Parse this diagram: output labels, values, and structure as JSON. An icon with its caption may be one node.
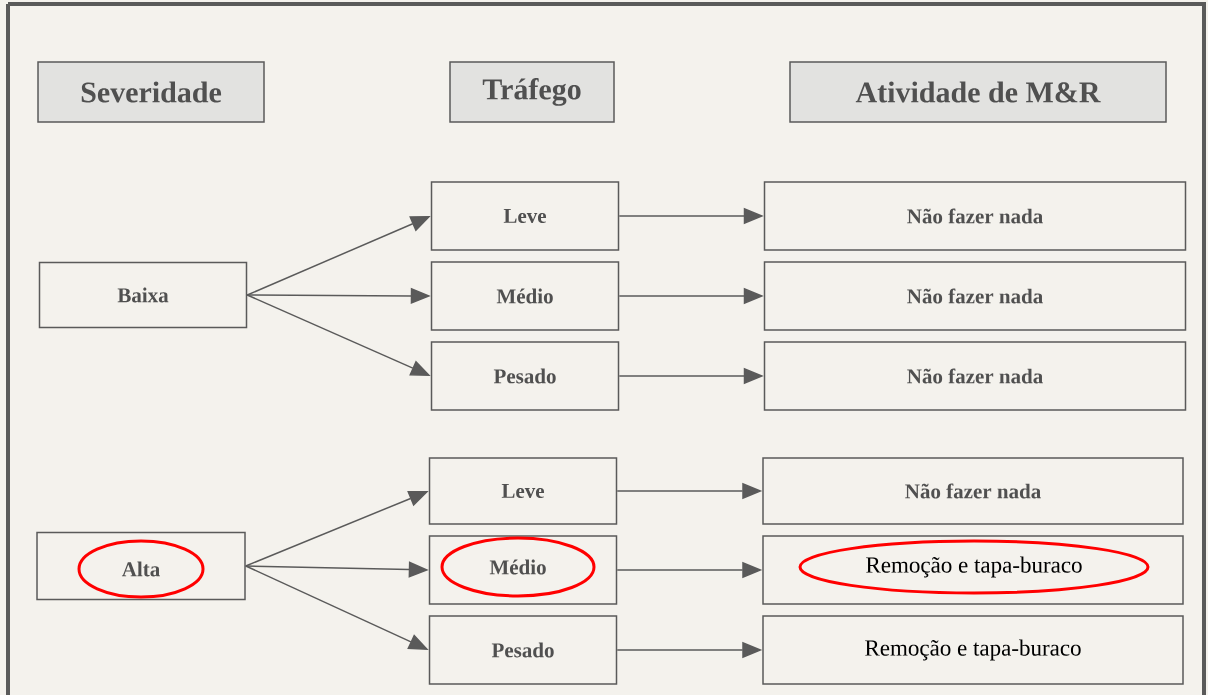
{
  "diagram": {
    "nodes": [
      {
        "text": [
          "Severidade"
        ]
      },
      {
        "text": [
          "Tráfego"
        ]
      },
      {
        "text": [
          "Atividade de M&R"
        ]
      },
      {
        "text": [
          "Baixa"
        ]
      },
      {
        "text": [
          "Leve"
        ]
      },
      {
        "text": [
          "Não fazer nada"
        ]
      },
      {
        "text": [
          "Médio"
        ]
      },
      {
        "text": [
          "Não fazer nada"
        ]
      },
      {
        "text": [
          "Pesado"
        ]
      },
      {
        "text": [
          "Não fazer nada"
        ]
      },
      {
        "text": [],
        "shape": "box"
      },
      {
        "text": [
          "Alta"
        ],
        "in": 10
      },
      {
        "text": [
          "Leve"
        ]
      },
      {
        "text": [
          "Não fazer nada"
        ]
      },
      {
        "text": [],
        "shape": "box"
      },
      {
        "text": [
          "Médio"
        ],
        "in": 14
      },
      {
        "text": [],
        "shape": "box"
      },
      {
        "text": [
          "Remoção e tapa-buraco"
        ],
        "in": 16
      },
      {
        "text": [
          "Pesado"
        ]
      },
      {
        "text": [
          "Remoção e tapa-buraco"
        ]
      }
    ],
    "edges": [
      {
        "from": 3,
        "to": 4,
        "arrow": "to"
      },
      {
        "from": 3,
        "to": 6,
        "arrow": "to"
      },
      {
        "from": 3,
        "to": 8,
        "arrow": "to"
      },
      {
        "from": 4,
        "to": 5,
        "arrow": "to"
      },
      {
        "from": 6,
        "to": 7,
        "arrow": "to"
      },
      {
        "from": 8,
        "to": 9,
        "arrow": "to"
      },
      {
        "from": 10,
        "to": 12,
        "arrow": "to"
      },
      {
        "from": 10,
        "to": 14,
        "arrow": "to"
      },
      {
        "from": 10,
        "to": 18,
        "arrow": "to"
      },
      {
        "from": 12,
        "to": 13,
        "arrow": "to"
      },
      {
        "from": 14,
        "to": 16,
        "arrow": "to"
      },
      {
        "from": 18,
        "to": 19,
        "arrow": "to"
      }
    ]
  }
}
